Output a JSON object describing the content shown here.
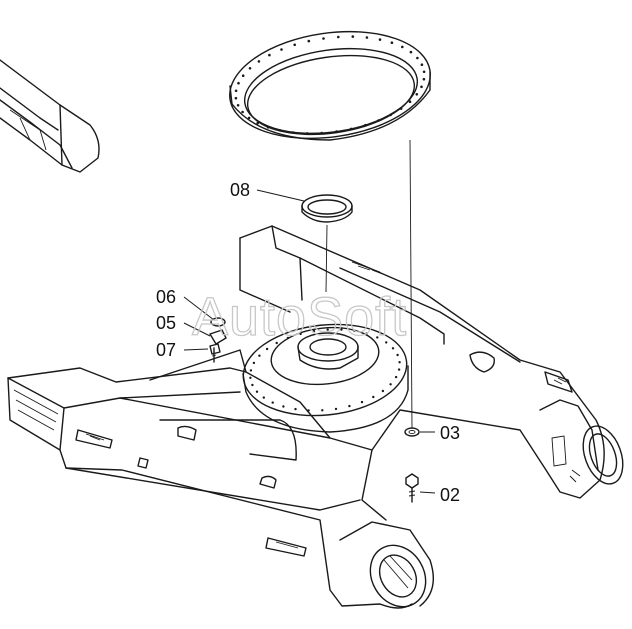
{
  "watermark": "AutoSoft",
  "callouts": [
    {
      "id": "callout-08",
      "text": "08"
    },
    {
      "id": "callout-06",
      "text": "06"
    },
    {
      "id": "callout-05",
      "text": "05"
    },
    {
      "id": "callout-07",
      "text": "07"
    },
    {
      "id": "callout-03",
      "text": "03"
    },
    {
      "id": "callout-02",
      "text": "02"
    }
  ],
  "colors": {
    "line": "#1a1a1a",
    "watermark": "#c8c8c8",
    "background": "#ffffff"
  }
}
